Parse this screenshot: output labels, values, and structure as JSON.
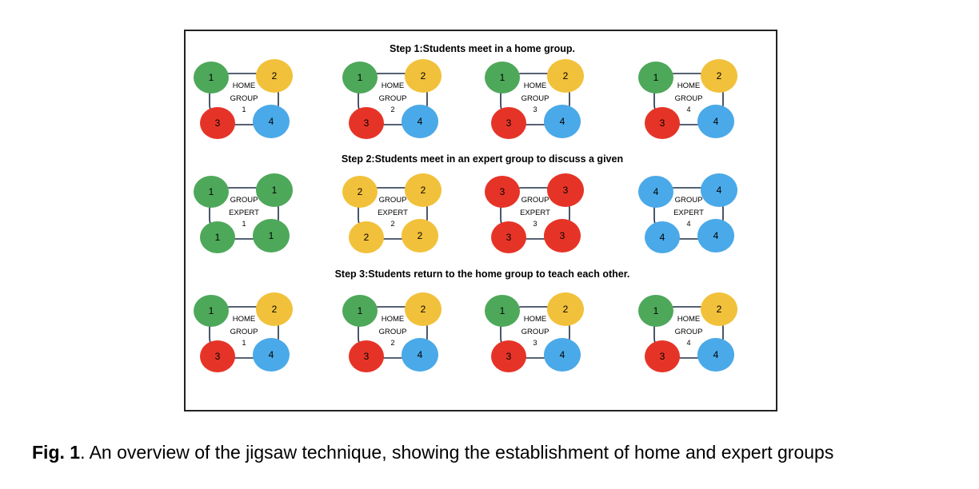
{
  "colors": {
    "1": "#4ea85a",
    "2": "#f2c13b",
    "3": "#e53427",
    "4": "#4aa9e8",
    "ring": "#1f2d45"
  },
  "steps": [
    "Step 1:Students meet in a home group.",
    "Step 2:Students meet in an expert group to discuss a given",
    "Step 3:Students return to the home group to teach each other."
  ],
  "rows": [
    {
      "groups": [
        {
          "words": [
            "HOME",
            "GROUP"
          ],
          "number": "1",
          "members": [
            "1",
            "2",
            "3",
            "4"
          ]
        },
        {
          "words": [
            "HOME",
            "GROUP"
          ],
          "number": "2",
          "members": [
            "1",
            "2",
            "3",
            "4"
          ]
        },
        {
          "words": [
            "HOME",
            "GROUP"
          ],
          "number": "3",
          "members": [
            "1",
            "2",
            "3",
            "4"
          ]
        },
        {
          "words": [
            "HOME",
            "GROUP"
          ],
          "number": "4",
          "members": [
            "1",
            "2",
            "3",
            "4"
          ]
        }
      ]
    },
    {
      "groups": [
        {
          "words": [
            "GROUP",
            "EXPERT"
          ],
          "number": "1",
          "members": [
            "1",
            "1",
            "1",
            "1"
          ]
        },
        {
          "words": [
            "GROUP",
            "EXPERT"
          ],
          "number": "2",
          "members": [
            "2",
            "2",
            "2",
            "2"
          ]
        },
        {
          "words": [
            "GROUP",
            "EXPERT"
          ],
          "number": "3",
          "members": [
            "3",
            "3",
            "3",
            "3"
          ]
        },
        {
          "words": [
            "GROUP",
            "EXPERT"
          ],
          "number": "4",
          "members": [
            "4",
            "4",
            "4",
            "4"
          ]
        }
      ]
    },
    {
      "groups": [
        {
          "words": [
            "HOME",
            "GROUP"
          ],
          "number": "1",
          "members": [
            "1",
            "2",
            "3",
            "4"
          ]
        },
        {
          "words": [
            "HOME",
            "GROUP"
          ],
          "number": "2",
          "members": [
            "1",
            "2",
            "3",
            "4"
          ]
        },
        {
          "words": [
            "HOME",
            "GROUP"
          ],
          "number": "3",
          "members": [
            "1",
            "2",
            "3",
            "4"
          ]
        },
        {
          "words": [
            "HOME",
            "GROUP"
          ],
          "number": "4",
          "members": [
            "1",
            "2",
            "3",
            "4"
          ]
        }
      ]
    }
  ],
  "caption": {
    "label": "Fig. 1",
    "text": ". An overview of the jigsaw technique, showing the establishment of home and expert groups"
  }
}
